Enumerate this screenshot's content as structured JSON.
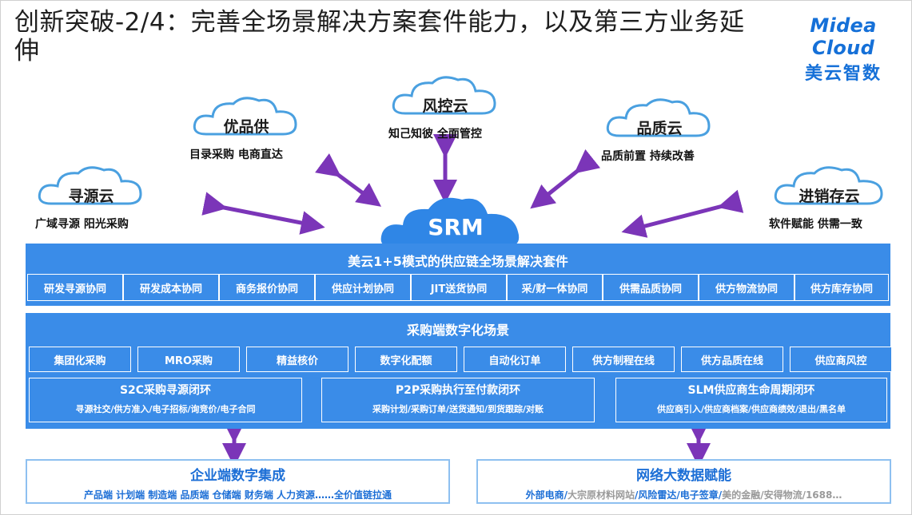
{
  "title": "创新突破-2/4：完善全场景解决方案套件能力，以及第三方业务延伸",
  "logo": {
    "main": "Midea Cloud",
    "sub": "美云智数"
  },
  "clouds": [
    {
      "name": "寻源云",
      "desc": "广域寻源 阳光采购"
    },
    {
      "name": "优品供",
      "desc": "目录采购 电商直达"
    },
    {
      "name": "风控云",
      "desc": "知己知彼 全面管控"
    },
    {
      "name": "品质云",
      "desc": "品质前置 持续改善"
    },
    {
      "name": "进销存云",
      "desc": "软件赋能 供需一致"
    }
  ],
  "srm": {
    "label": "SRM"
  },
  "suite": {
    "title": "美云1+5模式的供应链全场景解决套件",
    "items": [
      "研发寻源协同",
      "研发成本协同",
      "商务报价协同",
      "供应计划协同",
      "JIT送货协同",
      "采/财一体协同",
      "供需品质协同",
      "供方物流协同",
      "供方库存协同"
    ]
  },
  "procurement": {
    "title": "采购端数字化场景",
    "items": [
      "集团化采购",
      "MRO采购",
      "精益核价",
      "数字化配额",
      "自动化订单",
      "供方制程在线",
      "供方品质在线",
      "供应商风控"
    ],
    "loops": [
      {
        "title": "S2C采购寻源闭环",
        "sub": "寻源社交/供方准入/电子招标/询竞价/电子合同"
      },
      {
        "title": "P2P采购执行至付款闭环",
        "sub": "采购计划/采购订单/送货通知/到货跟踪/对账"
      },
      {
        "title": "SLM供应商生命周期闭环",
        "sub": "供应商引入/供应商档案/供应商绩效/退出/黑名单"
      }
    ]
  },
  "bottom": [
    {
      "title": "企业端数字集成",
      "sub": "产品端 计划端 制造端 品质端 仓储端 财务端 人力资源……全价值链拉通"
    },
    {
      "title": "网络大数据赋能",
      "sub_parts": [
        "外部电商/",
        "大宗原材料网站",
        "/风险雷达/电子签章/",
        "美的金融/安得物流/1688…"
      ]
    }
  ],
  "colors": {
    "band": "#3a8ce8",
    "accent": "#1d6fd6",
    "arrow": "#7b35b8",
    "cloud_stroke": "#4aa0e0"
  }
}
